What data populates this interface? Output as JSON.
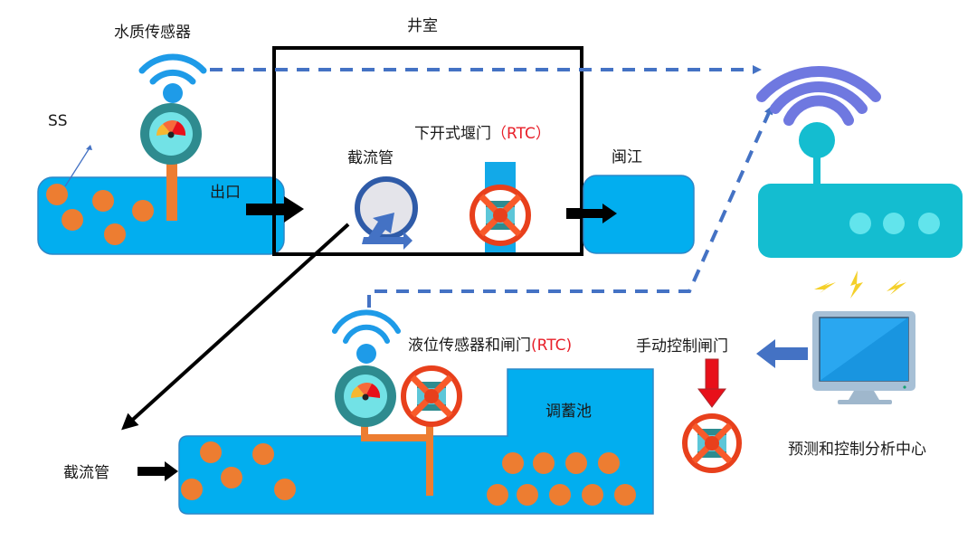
{
  "labels": {
    "water_quality_sensor": "水质传感器",
    "ss": "SS",
    "outlet": "出口",
    "well_chamber": "井室",
    "interceptor_pipe_top": "截流管",
    "bottom_gate": "下开式堰门",
    "bottom_gate_rtc": "（RTC）",
    "min_river": "闽江",
    "level_sensor_gate": "液位传感器和闸门",
    "level_sensor_gate_rtc": "(RTC)",
    "storage_tank": "调蓄池",
    "interceptor_pipe_bottom": "截流管",
    "manual_gate_control": "手动控制闸门",
    "control_center": "预测和控制分析中心"
  },
  "icons": {
    "wifi_sensor_top": "wifi-signal-icon",
    "gauge_top": "gauge-icon",
    "pipe_cross_section": "pipe-icon",
    "gate_valve": "valve-icon",
    "router": "router-icon",
    "monitor": "monitor-icon",
    "lightning": "lightning-icon"
  },
  "colors": {
    "water": "#02aeef",
    "sediment": "#ed7d31",
    "link_dashed": "#4472c4",
    "router": "#14bdd0",
    "router_wifi": "#6f78e0",
    "valve_red": "#e8401c",
    "rtc_red": "#e8202a",
    "gauge_ring": "#2e8b8f",
    "gauge_face": "#72e2e6",
    "sensor_wifi": "#1e9be8",
    "manual_arrow": "#e8101a",
    "monitor_frame": "#a7c0d6",
    "monitor_screen": "#2aa7f0",
    "lightning": "#f4d02a"
  }
}
